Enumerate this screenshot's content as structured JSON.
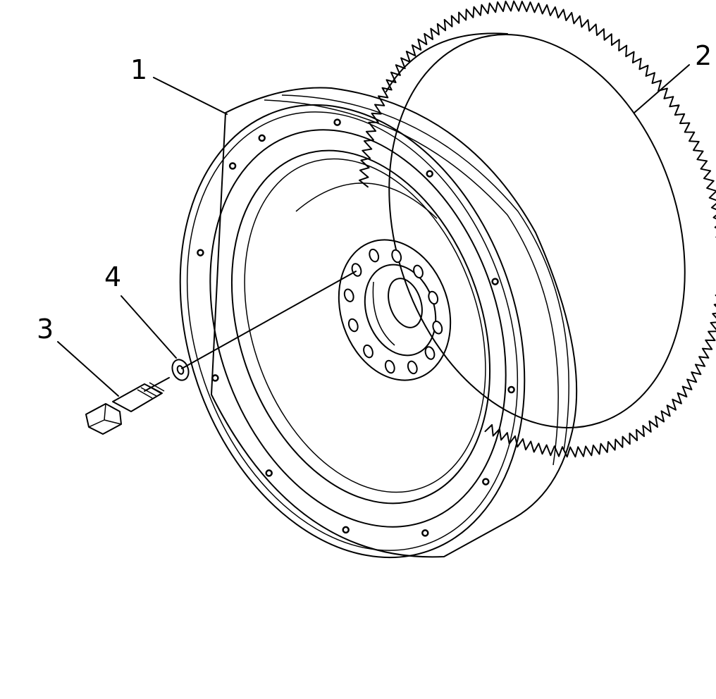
{
  "diagram": {
    "colors": {
      "line": "#000000",
      "background": "#ffffff"
    },
    "callouts": [
      {
        "id": "1",
        "label": "1"
      },
      {
        "id": "2",
        "label": "2"
      },
      {
        "id": "3",
        "label": "3"
      },
      {
        "id": "4",
        "label": "4"
      }
    ]
  }
}
